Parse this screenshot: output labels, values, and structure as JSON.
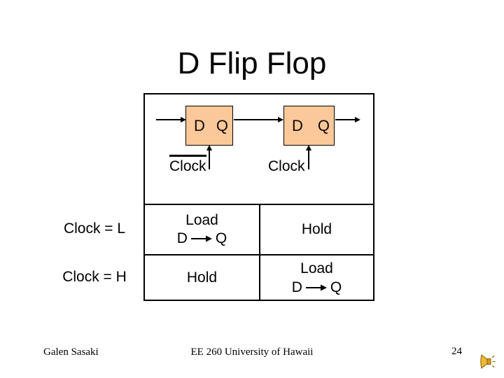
{
  "slide": {
    "title": "D Flip Flop",
    "diagram": {
      "ff_left": {
        "d_label": "D",
        "q_label": "Q",
        "clock_label": "Clock",
        "clock_inverted": true
      },
      "ff_right": {
        "d_label": "D",
        "q_label": "Q",
        "clock_label": "Clock",
        "clock_inverted": false
      }
    },
    "truth_table": {
      "row_labels": [
        "Clock = L",
        "Clock = H"
      ],
      "cells": [
        {
          "action": "Load",
          "from": "D",
          "to": "Q"
        },
        {
          "action": "Hold"
        },
        {
          "action": "Hold"
        },
        {
          "action": "Load",
          "from": "D",
          "to": "Q"
        }
      ]
    },
    "footer": {
      "author": "Galen Sasaki",
      "course": "EE 260 University of Hawaii",
      "page_number": "24"
    },
    "icons": {
      "speaker": "speaker-icon"
    },
    "colors": {
      "flipflop_fill": "#FBC999",
      "line_color": "#000000",
      "speaker_gold": "#EDB92E"
    }
  }
}
